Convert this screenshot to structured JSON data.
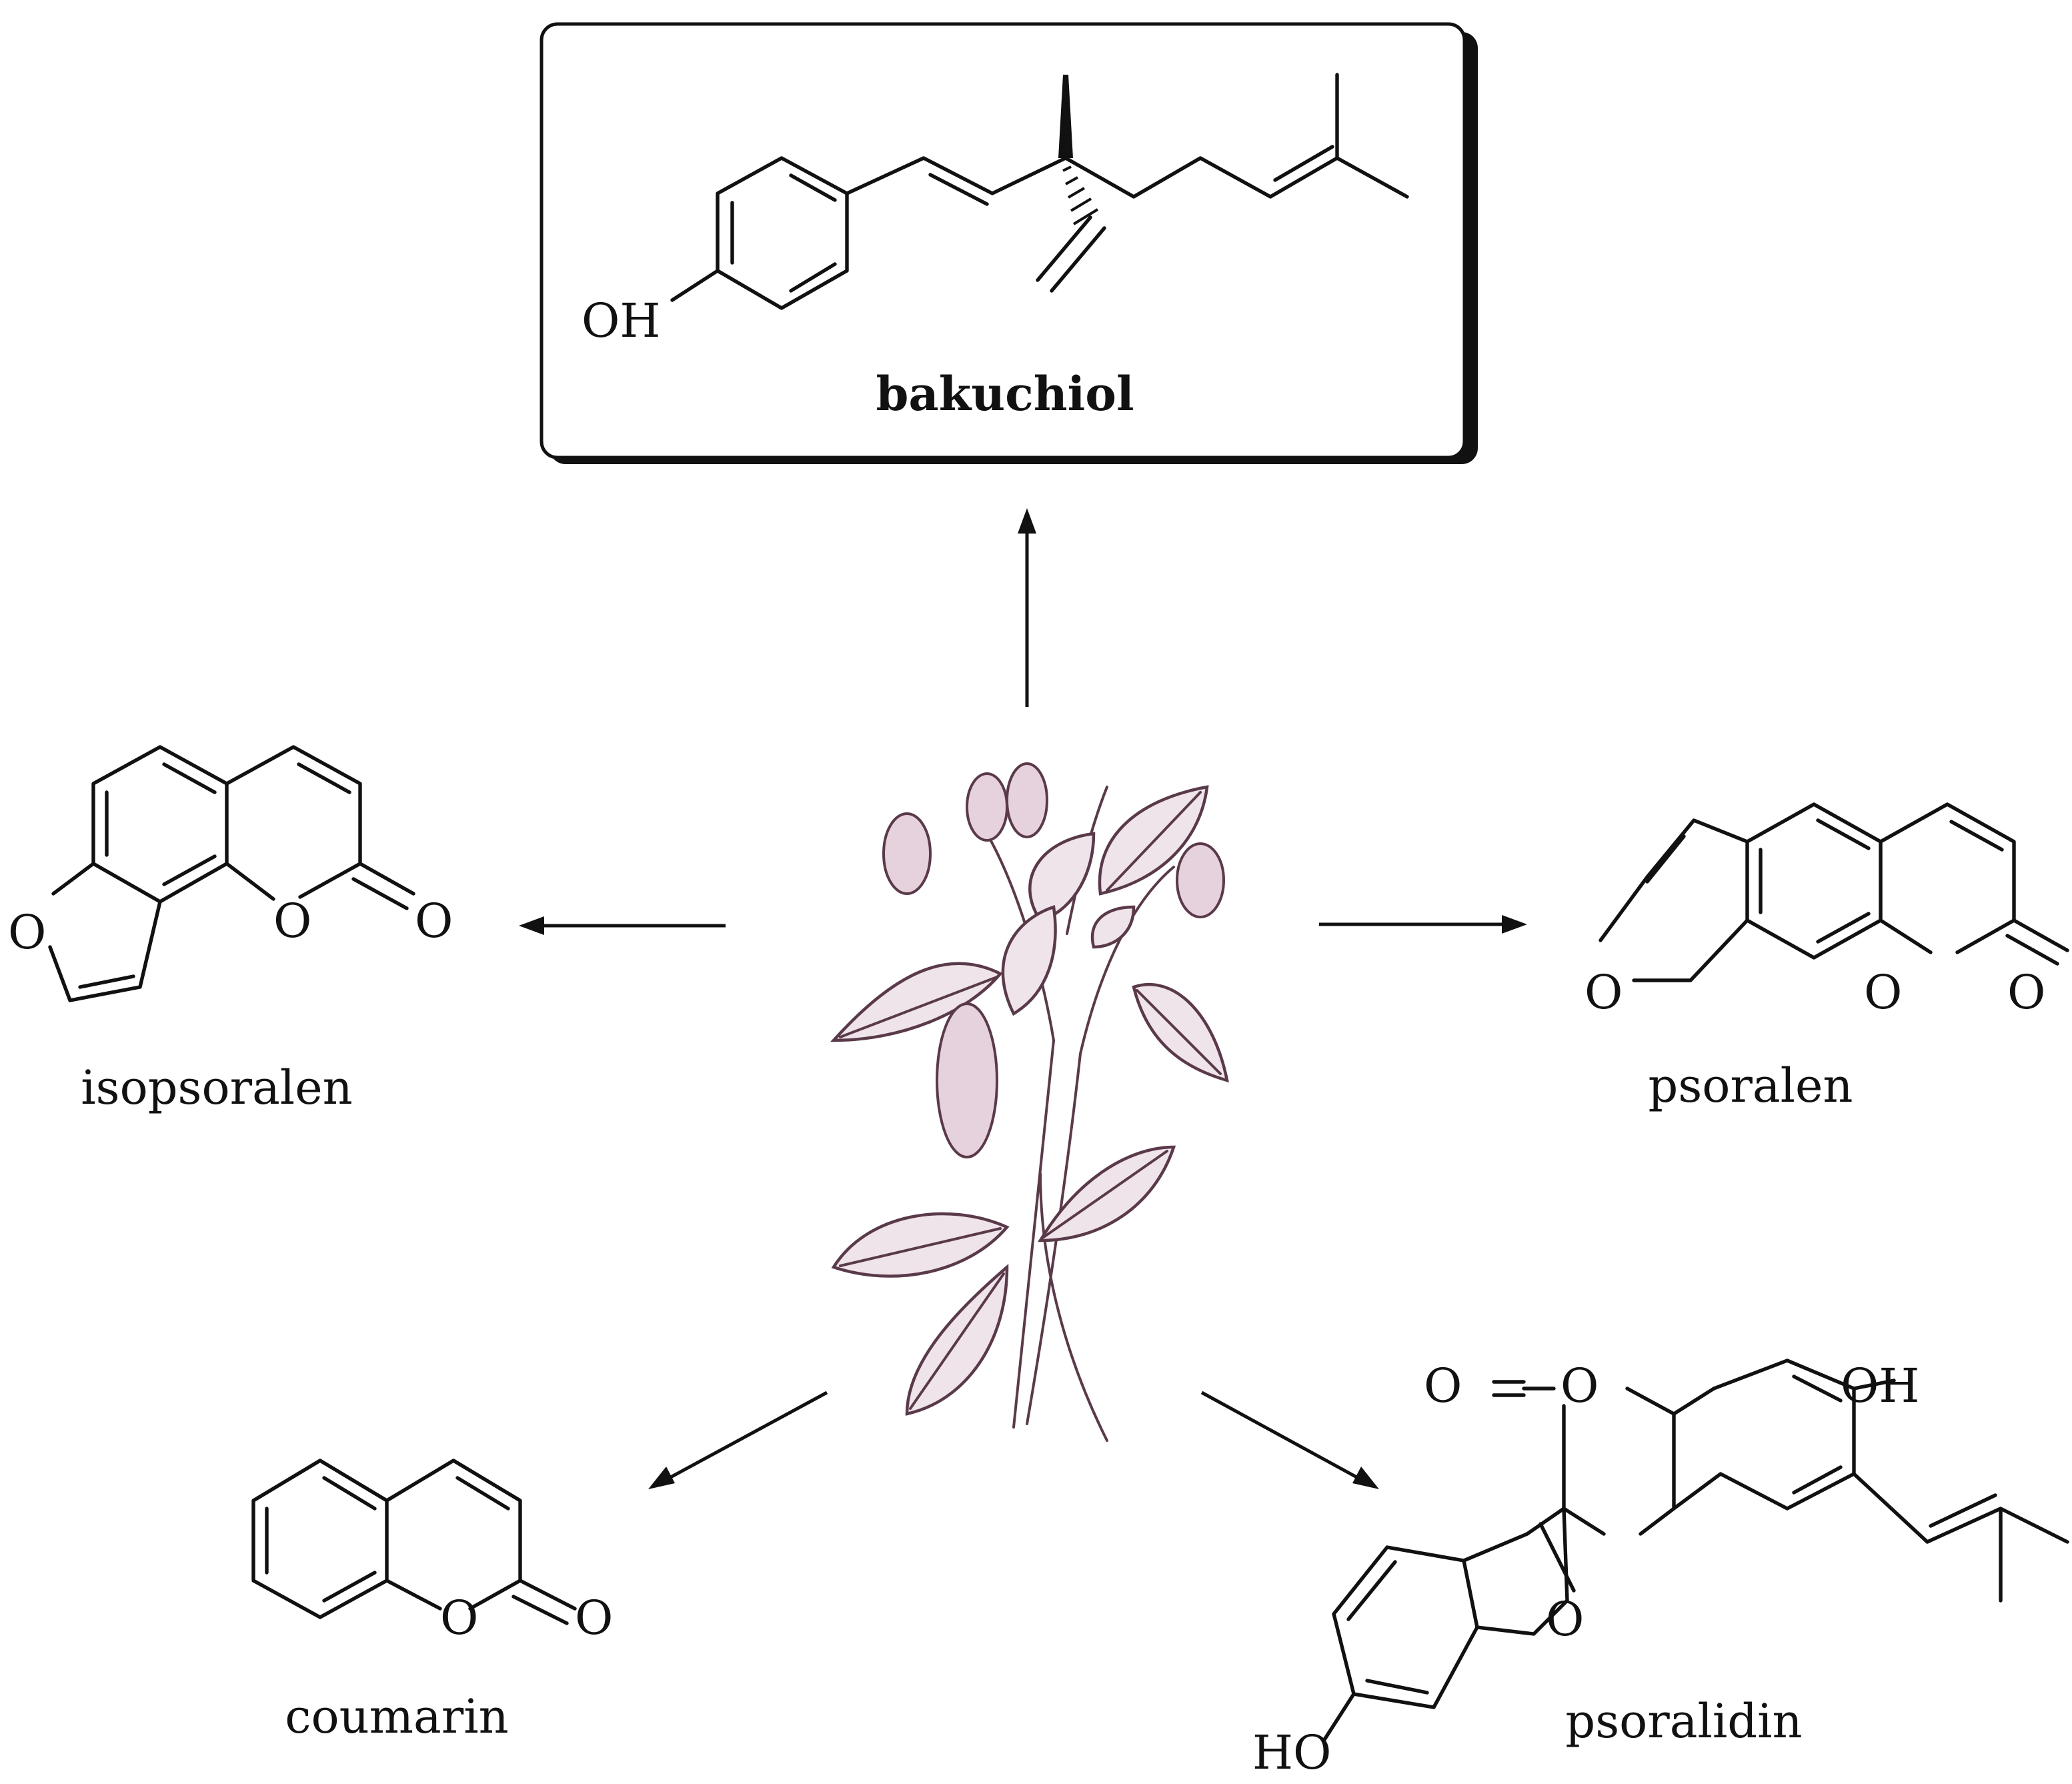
{
  "compounds": {
    "bakuchiol": {
      "name": "bakuchiol",
      "oh": "OH"
    },
    "isopsoralen": {
      "name": "isopsoralen",
      "ring_o": "O",
      "lactone_o": "O",
      "carbonyl_o": "O"
    },
    "psoralen": {
      "name": "psoralen",
      "ring_o": "O",
      "lactone_o": "O",
      "carbonyl_o": "O"
    },
    "coumarin": {
      "name": "coumarin",
      "lactone_o": "O",
      "carbonyl_o": "O"
    },
    "psoralidin": {
      "name": "psoralidin",
      "carbonyl_o": "O",
      "lactone_o": "O",
      "furan_o": "O",
      "oh_right": "OH",
      "oh_left": "HO"
    }
  },
  "plant": {
    "icon": "plant-illustration-icon",
    "color": "#5a3a4a"
  },
  "colors": {
    "ink": "#111111",
    "plant": "#5a3a4a",
    "plant_fill": "#efe4ea"
  }
}
